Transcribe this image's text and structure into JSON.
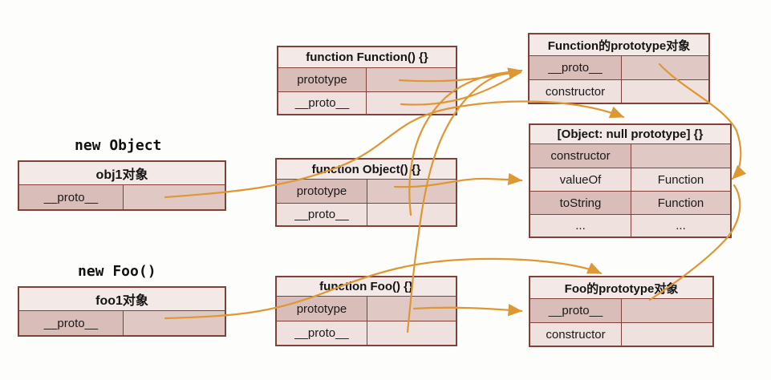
{
  "colors": {
    "arrow": "#dd9733",
    "border": "#82403a",
    "row_light": "#efe1dd",
    "row_dark": "#d9bdb8",
    "row_dark_value": "#e0c9c4",
    "header_bg": "#f3e9e6",
    "background": "#fdfefc"
  },
  "labels": {
    "new_object": "new Object",
    "new_foo": "new Foo()"
  },
  "tables": {
    "function_function": {
      "title": "function Function() {}",
      "rows": [
        {
          "label": "prototype",
          "value": ""
        },
        {
          "label": "__proto__",
          "value": ""
        }
      ]
    },
    "function_prototype_obj": {
      "title": "Function的prototype对象",
      "rows": [
        {
          "label": "__proto__",
          "value": ""
        },
        {
          "label": "constructor",
          "value": ""
        }
      ]
    },
    "object_null_prototype": {
      "title": "[Object: null prototype] {}",
      "rows": [
        {
          "label": "constructor",
          "value": ""
        },
        {
          "label": "valueOf",
          "value": "Function"
        },
        {
          "label": "toString",
          "value": "Function"
        },
        {
          "label": "...",
          "value": "..."
        }
      ]
    },
    "obj1": {
      "title": "obj1对象",
      "rows": [
        {
          "label": "__proto__",
          "value": ""
        }
      ]
    },
    "function_object": {
      "title": "function Object() {}",
      "rows": [
        {
          "label": "prototype",
          "value": ""
        },
        {
          "label": "__proto__",
          "value": ""
        }
      ]
    },
    "foo1": {
      "title": "foo1对象",
      "rows": [
        {
          "label": "__proto__",
          "value": ""
        }
      ]
    },
    "function_foo": {
      "title": "function Foo() {}",
      "rows": [
        {
          "label": "prototype",
          "value": ""
        },
        {
          "label": "__proto__",
          "value": ""
        }
      ]
    },
    "foo_prototype_obj": {
      "title": "Foo的prototype对象",
      "rows": [
        {
          "label": "__proto__",
          "value": ""
        },
        {
          "label": "constructor",
          "value": ""
        }
      ]
    }
  },
  "arrows": [
    {
      "from": "function Function() {}.prototype",
      "to": "Function的prototype对象.__proto__"
    },
    {
      "from": "function Function() {}.__proto__",
      "to": "Function的prototype对象.__proto__"
    },
    {
      "from": "function Object() {}.__proto__",
      "to": "Function的prototype对象.__proto__"
    },
    {
      "from": "function Foo() {}.__proto__",
      "to": "Function的prototype对象.__proto__"
    },
    {
      "from": "obj1对象.__proto__",
      "to": "[Object: null prototype] {}"
    },
    {
      "from": "function Object() {}.prototype",
      "to": "[Object: null prototype] {}"
    },
    {
      "from": "Function的prototype对象.__proto__",
      "to": "[Object: null prototype] {}"
    },
    {
      "from": "Foo的prototype对象.__proto__",
      "to": "[Object: null prototype] {}"
    },
    {
      "from": "foo1对象.__proto__",
      "to": "Foo的prototype对象"
    },
    {
      "from": "function Foo() {}.prototype",
      "to": "Foo的prototype对象.__proto__"
    }
  ]
}
